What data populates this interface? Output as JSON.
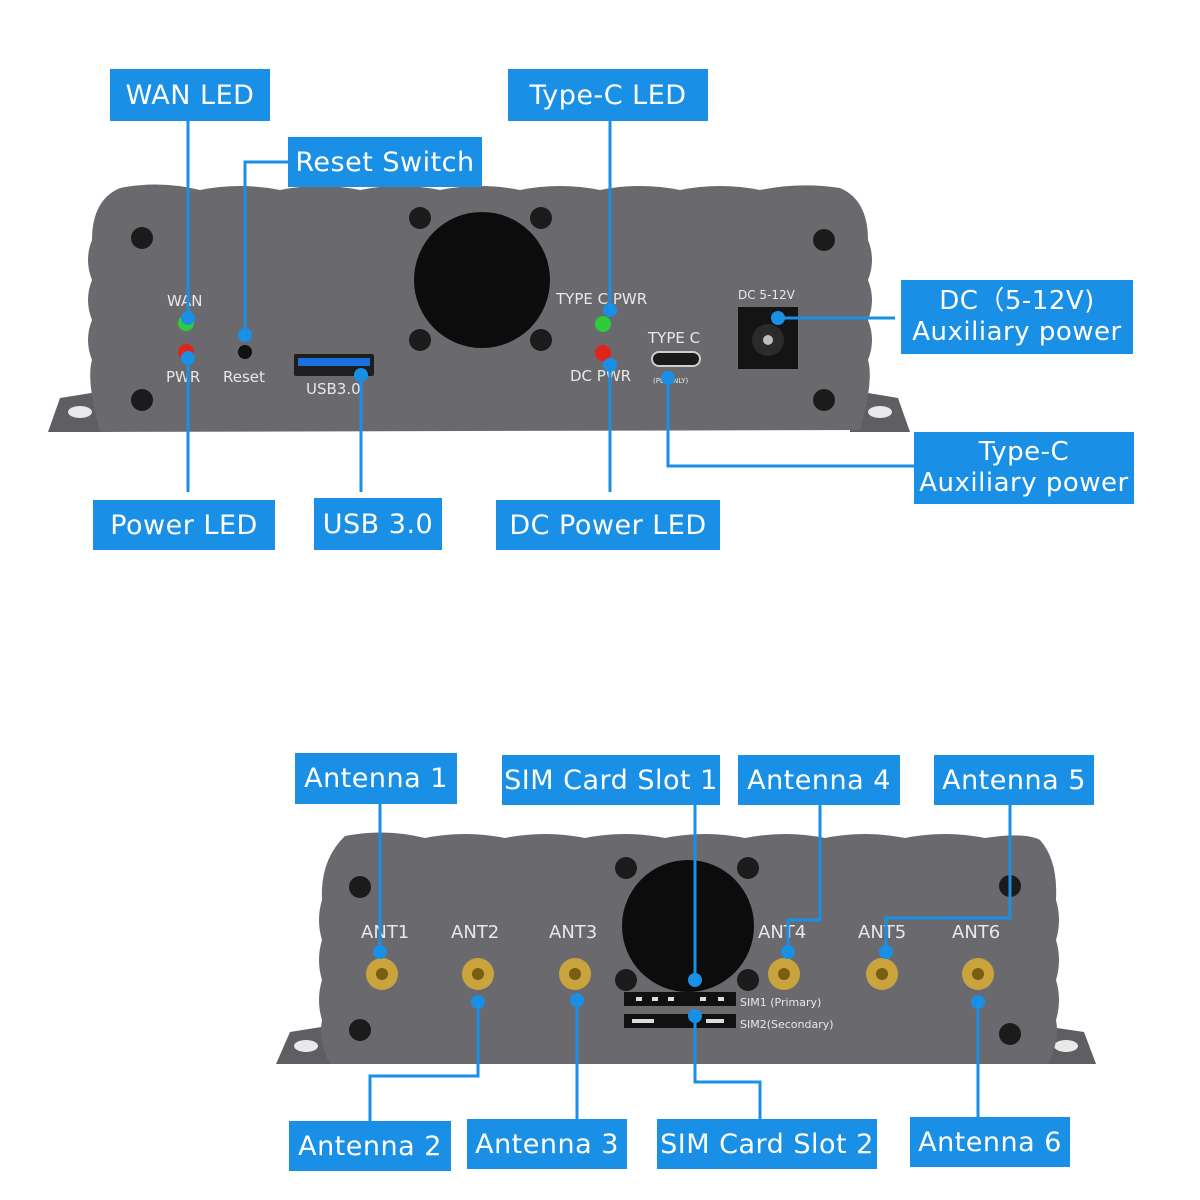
{
  "callouts": {
    "wan_led": "WAN LED",
    "reset_switch": "Reset Switch",
    "type_c_led": "Type-C LED",
    "dc_aux_line1": "DC（5-12V)",
    "dc_aux_line2": "Auxiliary power",
    "typec_aux_line1": "Type-C",
    "typec_aux_line2": "Auxiliary power",
    "power_led": "Power LED",
    "usb30": "USB 3.0",
    "dc_power_led": "DC Power LED",
    "antenna1": "Antenna 1",
    "sim1": "SIM Card Slot 1",
    "antenna4": "Antenna 4",
    "antenna5": "Antenna 5",
    "antenna2": "Antenna 2",
    "antenna3": "Antenna 3",
    "sim2": "SIM Card Slot 2",
    "antenna6": "Antenna 6"
  },
  "front_panel": {
    "wan": "WAN",
    "pwr": "PWR",
    "reset": "Reset",
    "usb": "USB3.0",
    "type_c_pwr": "TYPE C PWR",
    "dc_pwr": "DC PWR",
    "type_c": "TYPE C",
    "pd_only": "(PD ONLY)",
    "dc_5_12v": "DC 5-12V"
  },
  "rear_panel": {
    "ant1": "ANT1",
    "ant2": "ANT2",
    "ant3": "ANT3",
    "ant4": "ANT4",
    "ant5": "ANT5",
    "ant6": "ANT6",
    "sim1": "SIM1  (Primary)",
    "sim2": "SIM2(Secondary)"
  },
  "colors": {
    "accent": "#1a8fe6",
    "body": "#6a6a6e",
    "led_green": "#2ecc3a",
    "led_red": "#e0241a",
    "connector": "#c9a43c"
  }
}
